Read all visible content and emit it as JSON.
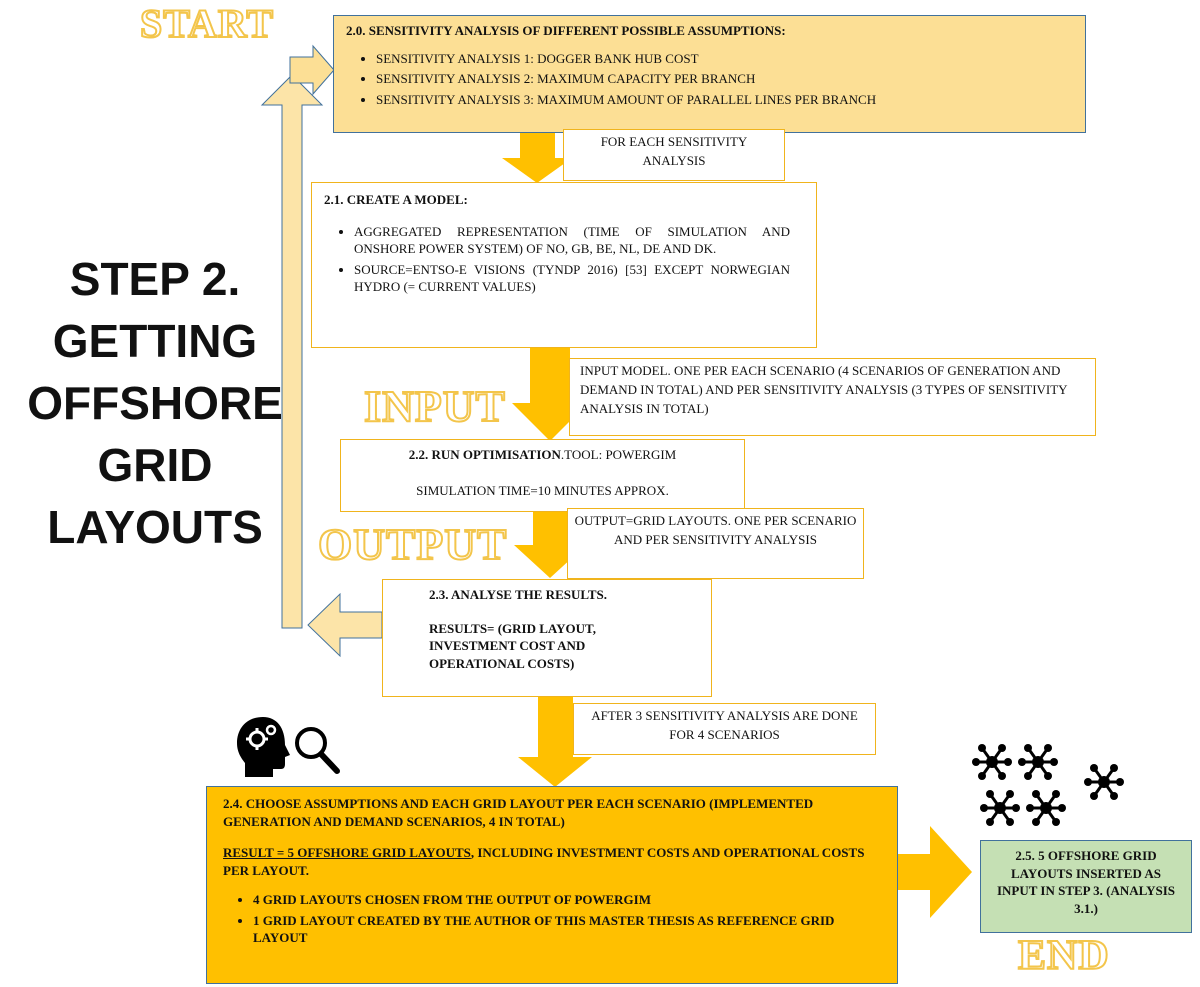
{
  "labels": {
    "start": "START",
    "input": "INPUT",
    "output": "OUTPUT",
    "end": "END"
  },
  "step_title": [
    "STEP 2.",
    "GETTING",
    "OFFSHORE",
    "GRID",
    "LAYOUTS"
  ],
  "box_2_0": {
    "title": "2.0. SENSITIVITY ANALYSIS OF DIFFERENT POSSIBLE ASSUMPTIONS:",
    "items": [
      "SENSITIVITY ANALYSIS 1: DOGGER BANK HUB COST",
      "SENSITIVITY ANALYSIS 2: MAXIMUM CAPACITY PER BRANCH",
      "SENSITIVITY ANALYSIS 3: MAXIMUM AMOUNT OF PARALLEL LINES PER BRANCH"
    ]
  },
  "note_each": "FOR EACH SENSITIVITY ANALYSIS",
  "box_2_1": {
    "title": "2.1. CREATE A MODEL:",
    "items": [
      "AGGREGATED REPRESENTATION (TIME OF SIMULATION AND ONSHORE POWER SYSTEM) OF NO, GB, BE, NL, DE AND DK.",
      "SOURCE=ENTSO-E VISIONS (TYNDP 2016) [53] EXCEPT NORWEGIAN HYDRO (= CURRENT VALUES)"
    ]
  },
  "note_input": "INPUT MODEL. ONE PER EACH SCENARIO (4 SCENARIOS OF GENERATION AND DEMAND IN TOTAL) AND PER SENSITIVITY ANALYSIS (3 TYPES OF SENSITIVITY ANALYSIS IN TOTAL)",
  "box_2_2": {
    "title_bold": "2.2. RUN OPTIMISATION",
    "title_rest": ".TOOL: POWERGIM",
    "line2": "SIMULATION TIME=10 MINUTES APPROX."
  },
  "note_output": "OUTPUT=GRID LAYOUTS. ONE PER SCENARIO AND PER SENSITIVITY ANALYSIS",
  "box_2_3": {
    "title": "2.3. ANALYSE THE RESULTS.",
    "result": "RESULTS= (GRID LAYOUT, INVESTMENT COST AND OPERATIONAL COSTS)"
  },
  "note_after": "AFTER 3 SENSITIVITY ANALYSIS ARE DONE FOR 4 SCENARIOS",
  "box_2_4": {
    "title": "2.4. CHOOSE ASSUMPTIONS AND EACH GRID LAYOUT PER EACH SCENARIO (IMPLEMENTED GENERATION AND DEMAND SCENARIOS, 4 IN TOTAL)",
    "result_underlined": "RESULT = 5 OFFSHORE GRID LAYOUTS",
    "result_rest": ", INCLUDING INVESTMENT COSTS AND OPERATIONAL COSTS PER LAYOUT.",
    "items": [
      "4 GRID LAYOUTS CHOSEN FROM THE OUTPUT OF POWERGIM",
      "1 GRID LAYOUT CREATED BY THE AUTHOR OF THIS MASTER THESIS AS REFERENCE GRID LAYOUT"
    ]
  },
  "box_2_5": {
    "text": "2.5. 5 OFFSHORE GRID LAYOUTS INSERTED AS INPUT IN STEP 3. (ANALYSIS 3.1.)"
  },
  "icons": [
    "head-gears-magnifier-icon",
    "network-nodes-icon"
  ],
  "colors": {
    "box_light": "#fcdf95",
    "box_dark": "#ffc000",
    "box_green": "#c5e0b4",
    "arrow_dark": "#ffc000",
    "arrow_light": "#fce4a8",
    "border_blue": "#41719c",
    "outline_text": "#f3c54b"
  }
}
